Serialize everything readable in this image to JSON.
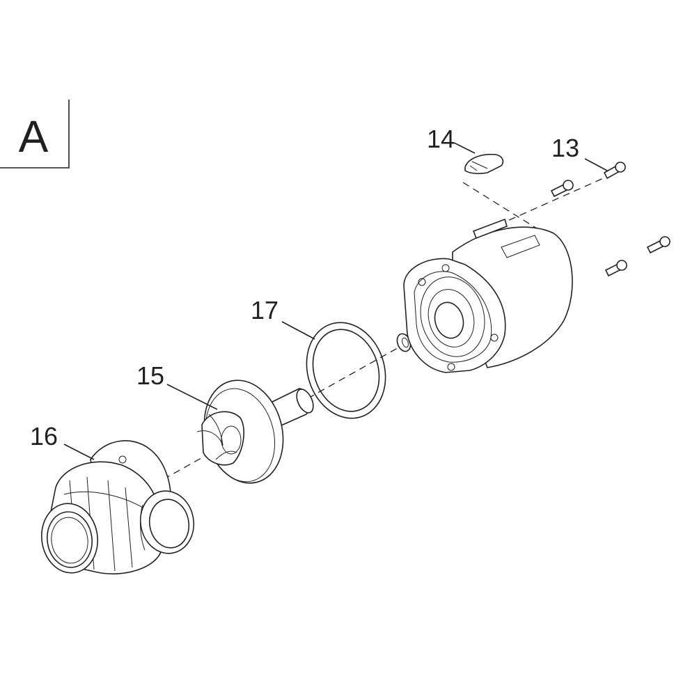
{
  "section": {
    "letter": "A"
  },
  "labels": {
    "p13": "13",
    "p14": "14",
    "p15": "15",
    "p16": "16",
    "p17": "17"
  },
  "colors": {
    "line": "#231f20",
    "background": "#ffffff"
  }
}
